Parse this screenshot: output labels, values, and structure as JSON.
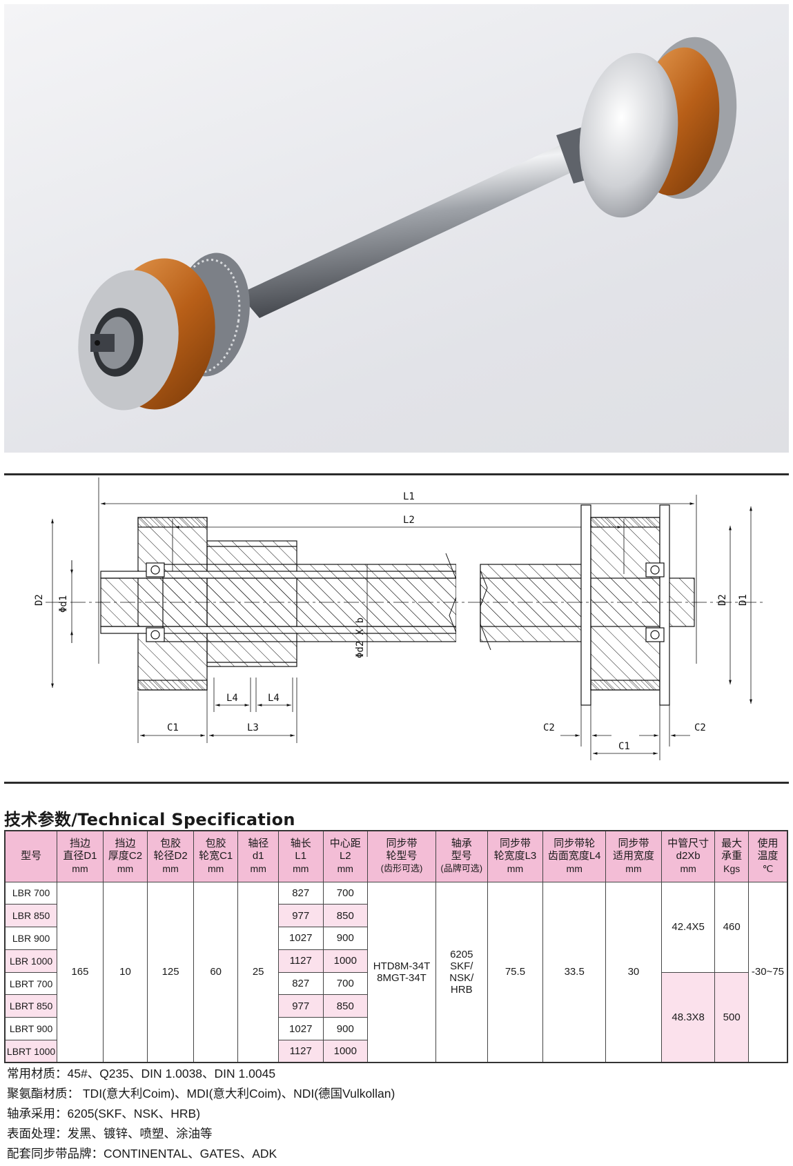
{
  "drawing": {
    "labels": {
      "L1": "L1",
      "L2": "L2",
      "L3": "L3",
      "L4a": "L4",
      "L4b": "L4",
      "C1a": "C1",
      "C1b": "C1",
      "C2a": "C2",
      "C2b": "C2",
      "D2a": "D2",
      "D2b": "D2",
      "D1": "D1",
      "d1": "Φd1",
      "d2xb": "Φd2 X b"
    }
  },
  "spec": {
    "title": "技术参数/Technical Specification",
    "headers": [
      {
        "l1": "型号",
        "l2": "",
        "l3": ""
      },
      {
        "l1": "挡边",
        "l2": "直径D1",
        "l3": "mm"
      },
      {
        "l1": "挡边",
        "l2": "厚度C2",
        "l3": "mm"
      },
      {
        "l1": "包胶",
        "l2": "轮径D2",
        "l3": "mm"
      },
      {
        "l1": "包胶",
        "l2": "轮宽C1",
        "l3": "mm"
      },
      {
        "l1": "轴径",
        "l2": "d1",
        "l3": "mm"
      },
      {
        "l1": "轴长",
        "l2": "L1",
        "l3": "mm"
      },
      {
        "l1": "中心距",
        "l2": "L2",
        "l3": "mm"
      },
      {
        "l1": "同步带",
        "l2": "轮型号",
        "l3": "(齿形可选)"
      },
      {
        "l1": "轴承",
        "l2": "型号",
        "l3": "(品牌可选)"
      },
      {
        "l1": "同步带",
        "l2": "轮宽度L3",
        "l3": "mm"
      },
      {
        "l1": "同步带轮",
        "l2": "齿面宽度L4",
        "l3": "mm"
      },
      {
        "l1": "同步带",
        "l2": "适用宽度",
        "l3": "mm"
      },
      {
        "l1": "中管尺寸",
        "l2": "d2Xb",
        "l3": "mm"
      },
      {
        "l1": "最大",
        "l2": "承重",
        "l3": "Kgs"
      },
      {
        "l1": "使用",
        "l2": "温度",
        "l3": "℃"
      }
    ],
    "rows": [
      {
        "model": "LBR 700",
        "L1": "827",
        "L2": "700"
      },
      {
        "model": "LBR 850",
        "L1": "977",
        "L2": "850"
      },
      {
        "model": "LBR 900",
        "L1": "1027",
        "L2": "900"
      },
      {
        "model": "LBR 1000",
        "L1": "1127",
        "L2": "1000"
      },
      {
        "model": "LBRT 700",
        "L1": "827",
        "L2": "700"
      },
      {
        "model": "LBRT 850",
        "L1": "977",
        "L2": "850"
      },
      {
        "model": "LBRT 900",
        "L1": "1027",
        "L2": "900"
      },
      {
        "model": "LBRT 1000",
        "L1": "1127",
        "L2": "1000"
      }
    ],
    "shared": {
      "D1": "165",
      "C2": "10",
      "D2": "125",
      "C1": "60",
      "d1": "25",
      "pulley_l1": "HTD8M-34T",
      "pulley_l2": "8MGT-34T",
      "bearing_l1": "6205",
      "bearing_l2": "SKF/",
      "bearing_l3": "NSK/",
      "bearing_l4": "HRB",
      "L3": "75.5",
      "L4": "33.5",
      "belt_width": "30",
      "temp": "-30~75"
    },
    "groups": [
      {
        "tube": "42.4X5",
        "load": "460"
      },
      {
        "tube": "48.3X8",
        "load": "500"
      }
    ]
  },
  "notes": [
    "常用材质：45#、Q235、DIN 1.0038、DIN 1.0045",
    "聚氨酯材质： TDI(意大利Coim)、MDI(意大利Coim)、NDI(德国Vulkollan)",
    "轴承采用：6205(SKF、NSK、HRB)",
    "表面处理：发黑、镀锌、喷塑、涂油等",
    "配套同步带品牌：CONTINENTAL、GATES、ADK"
  ]
}
